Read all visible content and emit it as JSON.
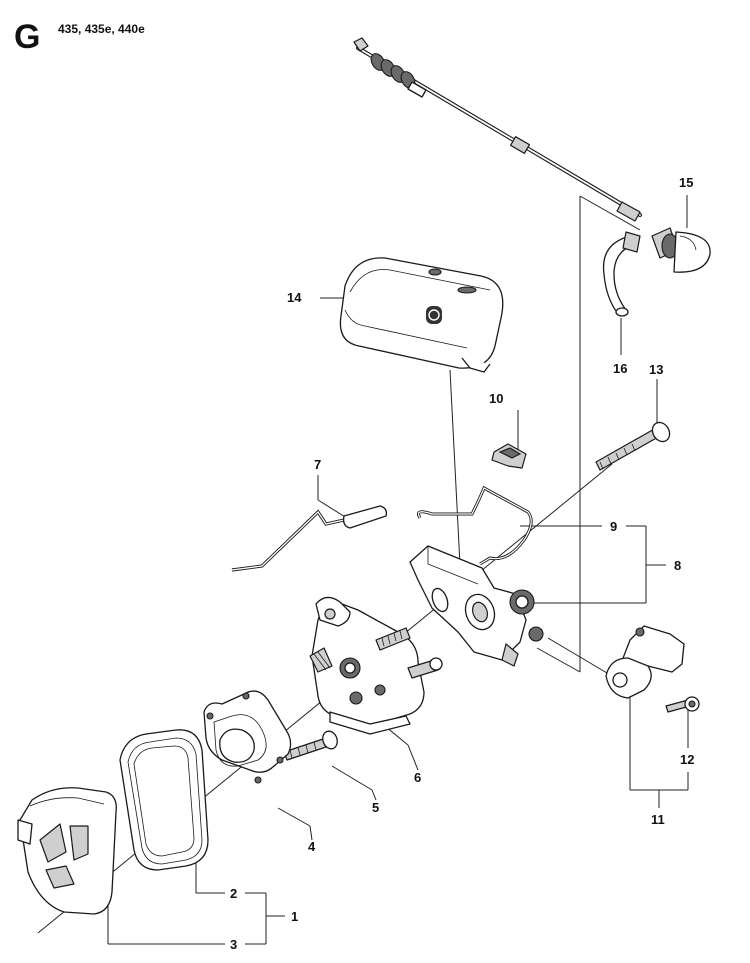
{
  "header": {
    "section_letter": "G",
    "models": "435, 435e, 440e"
  },
  "callouts": {
    "c1": "1",
    "c2": "2",
    "c3": "3",
    "c4": "4",
    "c5": "5",
    "c6": "6",
    "c7": "7",
    "c8": "8",
    "c9": "9",
    "c10": "10",
    "c11": "11",
    "c12": "12",
    "c13": "13",
    "c14": "14",
    "c15": "15",
    "c16": "16"
  },
  "icons": {
    "brand_logo": "husqvarna-crown-logo"
  }
}
